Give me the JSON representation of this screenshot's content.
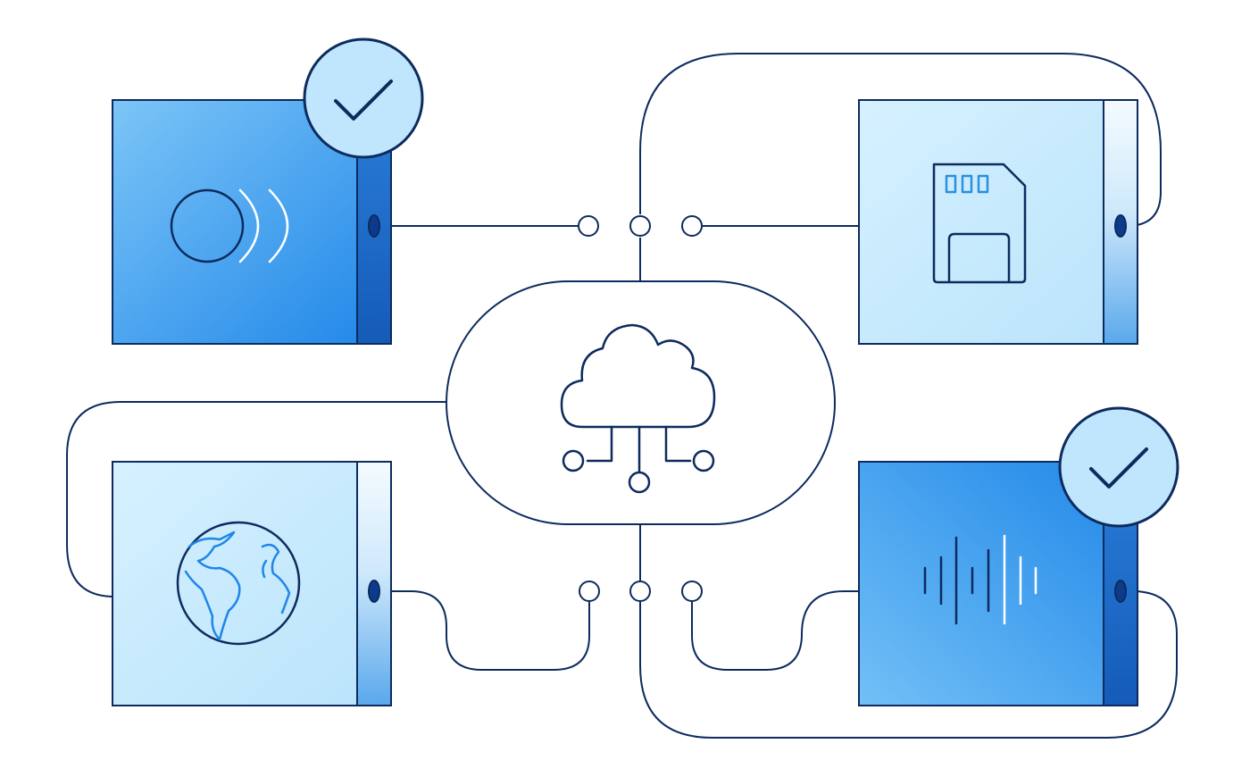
{
  "colors": {
    "stroke": "#0d2b5e",
    "device_dark_top": "#7cc5f7",
    "device_dark_bottom": "#1f86e8",
    "device_light": "#cdeeff",
    "side_dark": "#1a66c7",
    "side_light": "#e8f6ff",
    "badge_fill": "#bfe6fd",
    "node_fill": "#ffffff",
    "sd_chip": "#2b8fe0",
    "map_line": "#1f86e8"
  },
  "nodes": {
    "cloud_hub": {
      "icon": "cloud-network-icon"
    },
    "devices": [
      {
        "id": "nfc-device",
        "icon": "contactless-icon",
        "style": "dark",
        "verified": true
      },
      {
        "id": "storage-device",
        "icon": "sd-card-icon",
        "style": "light",
        "verified": false
      },
      {
        "id": "web-device",
        "icon": "globe-icon",
        "style": "light",
        "verified": false
      },
      {
        "id": "audio-device",
        "icon": "sound-wave-icon",
        "style": "dark",
        "verified": true
      }
    ]
  }
}
